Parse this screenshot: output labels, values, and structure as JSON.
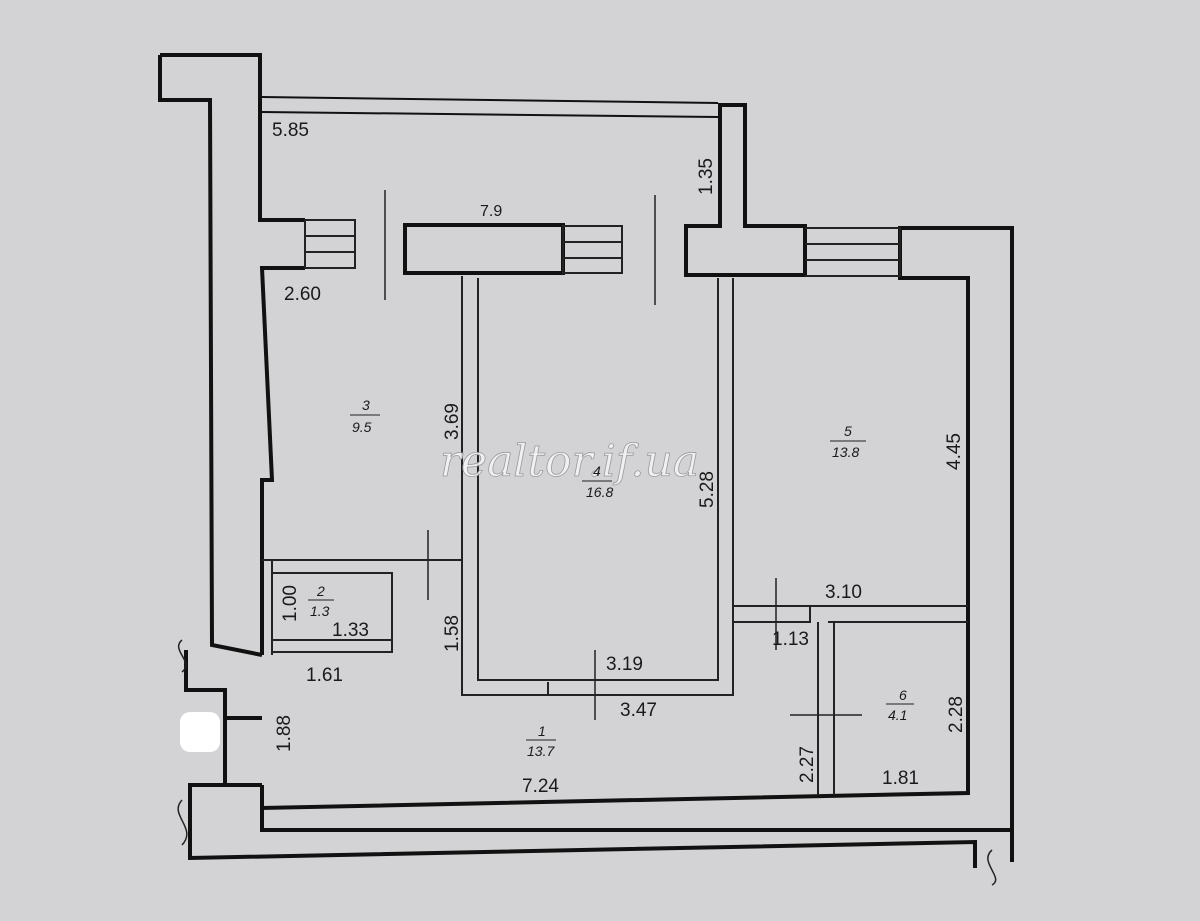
{
  "watermark": "realtor.if.ua",
  "rooms": [
    {
      "number": "1",
      "area": "13.7"
    },
    {
      "number": "2",
      "area": "1.3"
    },
    {
      "number": "3",
      "area": "9.5"
    },
    {
      "number": "4",
      "area": "16.8"
    },
    {
      "number": "5",
      "area": "13.8"
    },
    {
      "number": "6",
      "area": "4.1"
    }
  ],
  "dimensions": {
    "balcony_length": "5.85",
    "balcony_depth": "1.35",
    "window_span": "7.9",
    "room3_width": "2.60",
    "room3_depth": "3.69",
    "room4_depth": "5.28",
    "room4_inner_width": "3.19",
    "room4_outer_width": "3.47",
    "room5_depth": "4.45",
    "room5_width": "3.10",
    "room2_height": "1.00",
    "room2_width": "1.33",
    "room2_width_outer": "1.61",
    "corridor_cut": "1.58",
    "entry_width": "1.88",
    "room1_width": "7.24",
    "room6_top": "1.13",
    "room6_height": "2.28",
    "room6_left": "2.27",
    "room6_width": "1.81"
  }
}
